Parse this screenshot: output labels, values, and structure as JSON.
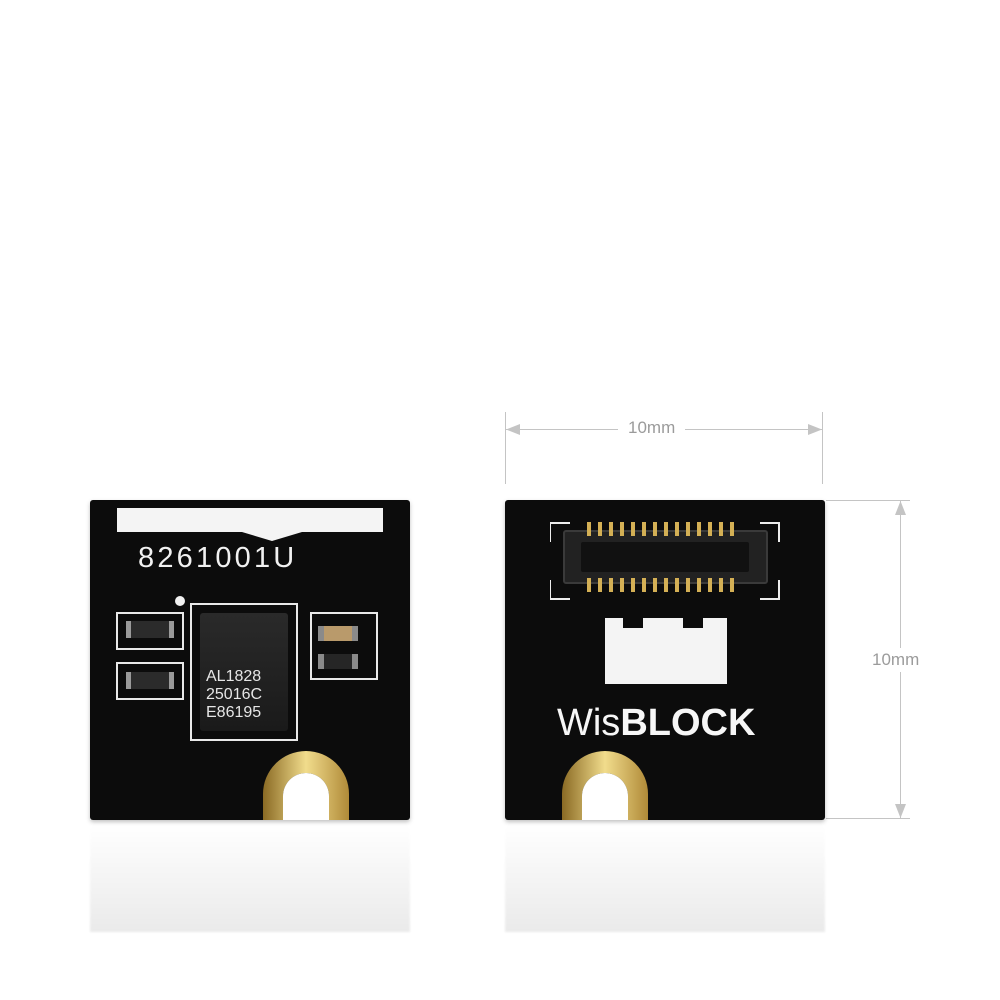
{
  "dimensions": {
    "width_label": "10mm",
    "height_label": "10mm"
  },
  "left_board": {
    "part_number": "8261001U",
    "chip_marking": [
      "AL1828",
      "25016C",
      "E86195"
    ]
  },
  "right_board": {
    "brand_light": "Wis",
    "brand_bold": "BLOCK"
  },
  "colors": {
    "board": "#0c0c0c",
    "silkscreen": "#e9e9e9",
    "gold": "#d4b055",
    "dimension": "#c4c4c4"
  }
}
